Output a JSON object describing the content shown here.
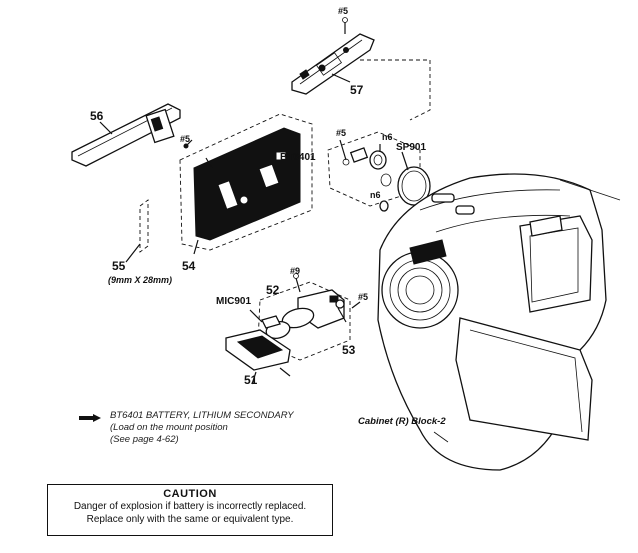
{
  "labels": {
    "screw_top": "#5",
    "p57": "57",
    "p56": "56",
    "screw_56": "#5",
    "bt6401": "BT6401",
    "screw_mid": "#5",
    "n6_top": "n6",
    "sp901": "SP901",
    "n6_bottom": "n6",
    "p55": "55",
    "p55_dim": "(9mm X 28mm)",
    "p54": "54",
    "screw_low": "#9",
    "mic901": "MIC901",
    "p52": "52",
    "screw_right": "#5",
    "p53": "53",
    "p51": "51",
    "cabinet": "Cabinet (R) Block-2"
  },
  "note": {
    "line1": "BT6401 BATTERY, LITHIUM SECONDARY",
    "line2": "(Load on the mount position",
    "line3": "(See page 4-62)"
  },
  "caution": {
    "title": "CAUTION",
    "line1": "Danger of explosion if battery is incorrectly replaced.",
    "line2": "Replace only with the same or equivalent type."
  }
}
